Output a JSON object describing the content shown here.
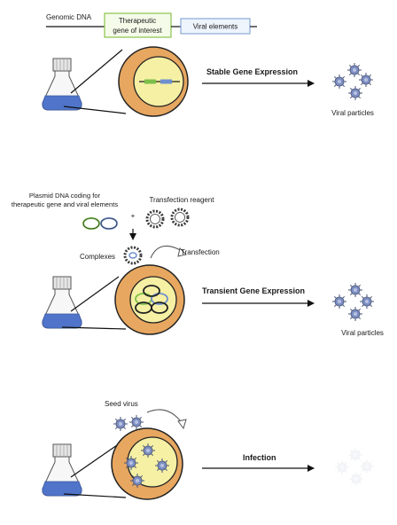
{
  "panel1": {
    "genomic_dna": "Genomic DNA",
    "gene_line1": "Therapeutic",
    "gene_line2": "gene of interest",
    "viral_elements": "Viral elements",
    "process": "Stable Gene Expression",
    "output": "Viral particles"
  },
  "panel2": {
    "plasmid_line1": "Plasmid DNA coding for",
    "plasmid_line2": "therapeutic gene and viral elements",
    "plus": "+",
    "reagent": "Transfection reagent",
    "complexes": "Complexes",
    "transfection": "Transfection",
    "process": "Transient Gene Expression",
    "output": "Viral particles"
  },
  "panel3": {
    "seed_virus": "Seed virus",
    "process": "Infection"
  },
  "colors": {
    "cell_ring": "#e7a760",
    "nucleus": "#f5f0a4",
    "gene_box_border": "#8bc34a",
    "viral_box_border": "#8aa9d6",
    "flask_liquid": "#4f74c9",
    "virus": "#7d8ec2"
  }
}
